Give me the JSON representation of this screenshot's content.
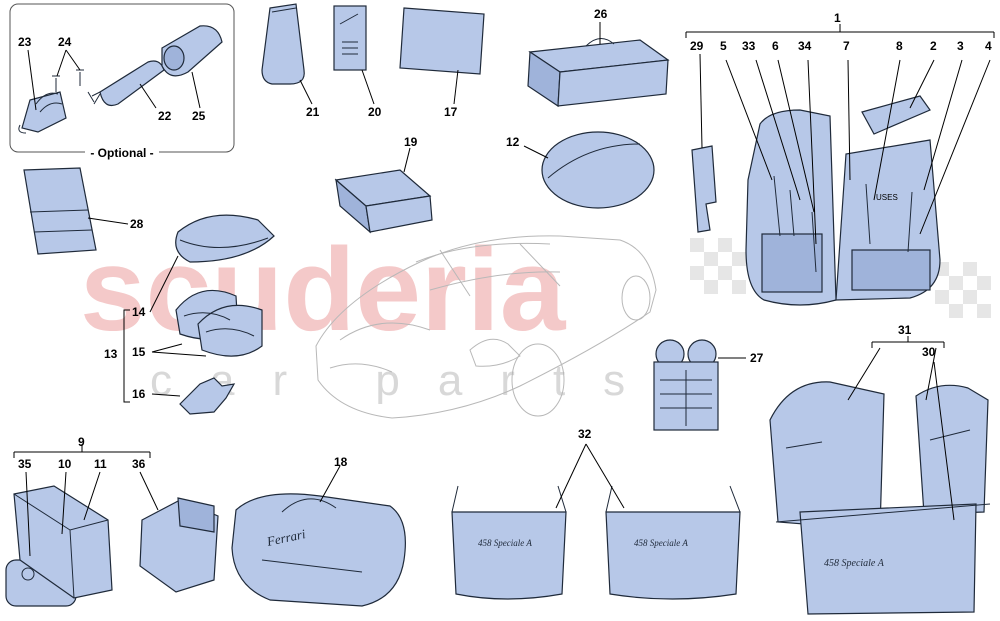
{
  "watermark": {
    "main": "scuderia",
    "sub": "car parts"
  },
  "optional_label": "- Optional -",
  "callouts": {
    "c1": "1",
    "c2": "2",
    "c3": "3",
    "c4": "4",
    "c5": "5",
    "c6": "6",
    "c7": "7",
    "c8": "8",
    "c9": "9",
    "c10": "10",
    "c11": "11",
    "c12": "12",
    "c13": "13",
    "c14": "14",
    "c15": "15",
    "c16": "16",
    "c17": "17",
    "c18": "18",
    "c19": "19",
    "c20": "20",
    "c21": "21",
    "c22": "22",
    "c23": "23",
    "c24": "24",
    "c25": "25",
    "c26": "26",
    "c27": "27",
    "c28": "28",
    "c29": "29",
    "c30": "30",
    "c31": "31",
    "c32": "32",
    "c33": "33",
    "c34": "34",
    "c35": "35",
    "c36": "36"
  },
  "tool_kit_text": "USES",
  "bag_brand": "Ferrari",
  "luggage_script": "458 Speciale A",
  "colors": {
    "part_fill": "#b7c8e8",
    "watermark": "#f4c9c9",
    "outline": "#1f2a3a"
  }
}
